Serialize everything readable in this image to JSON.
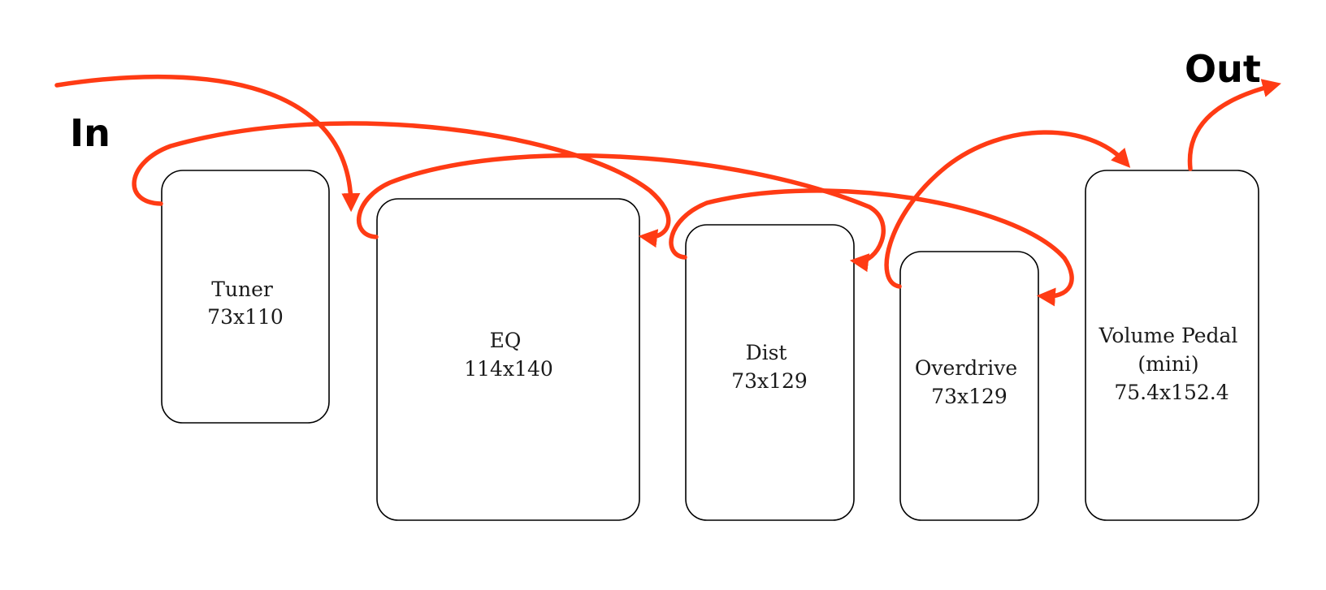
{
  "labels": {
    "input": "In",
    "output": "Out"
  },
  "colors": {
    "cable": "#ff3b14",
    "box_stroke": "#000000"
  },
  "pedals": [
    {
      "name": "Tuner",
      "lines": [
        "Tuner",
        "73x110"
      ]
    },
    {
      "name": "EQ",
      "lines": [
        "EQ",
        "114x140"
      ]
    },
    {
      "name": "Dist",
      "lines": [
        "Dist",
        "73x129"
      ]
    },
    {
      "name": "Overdrive",
      "lines": [
        "Overdrive",
        "73x129"
      ]
    },
    {
      "name": "Volume Pedal",
      "lines": [
        "Volume Pedal",
        "(mini)",
        "75.4x152.4"
      ]
    }
  ]
}
